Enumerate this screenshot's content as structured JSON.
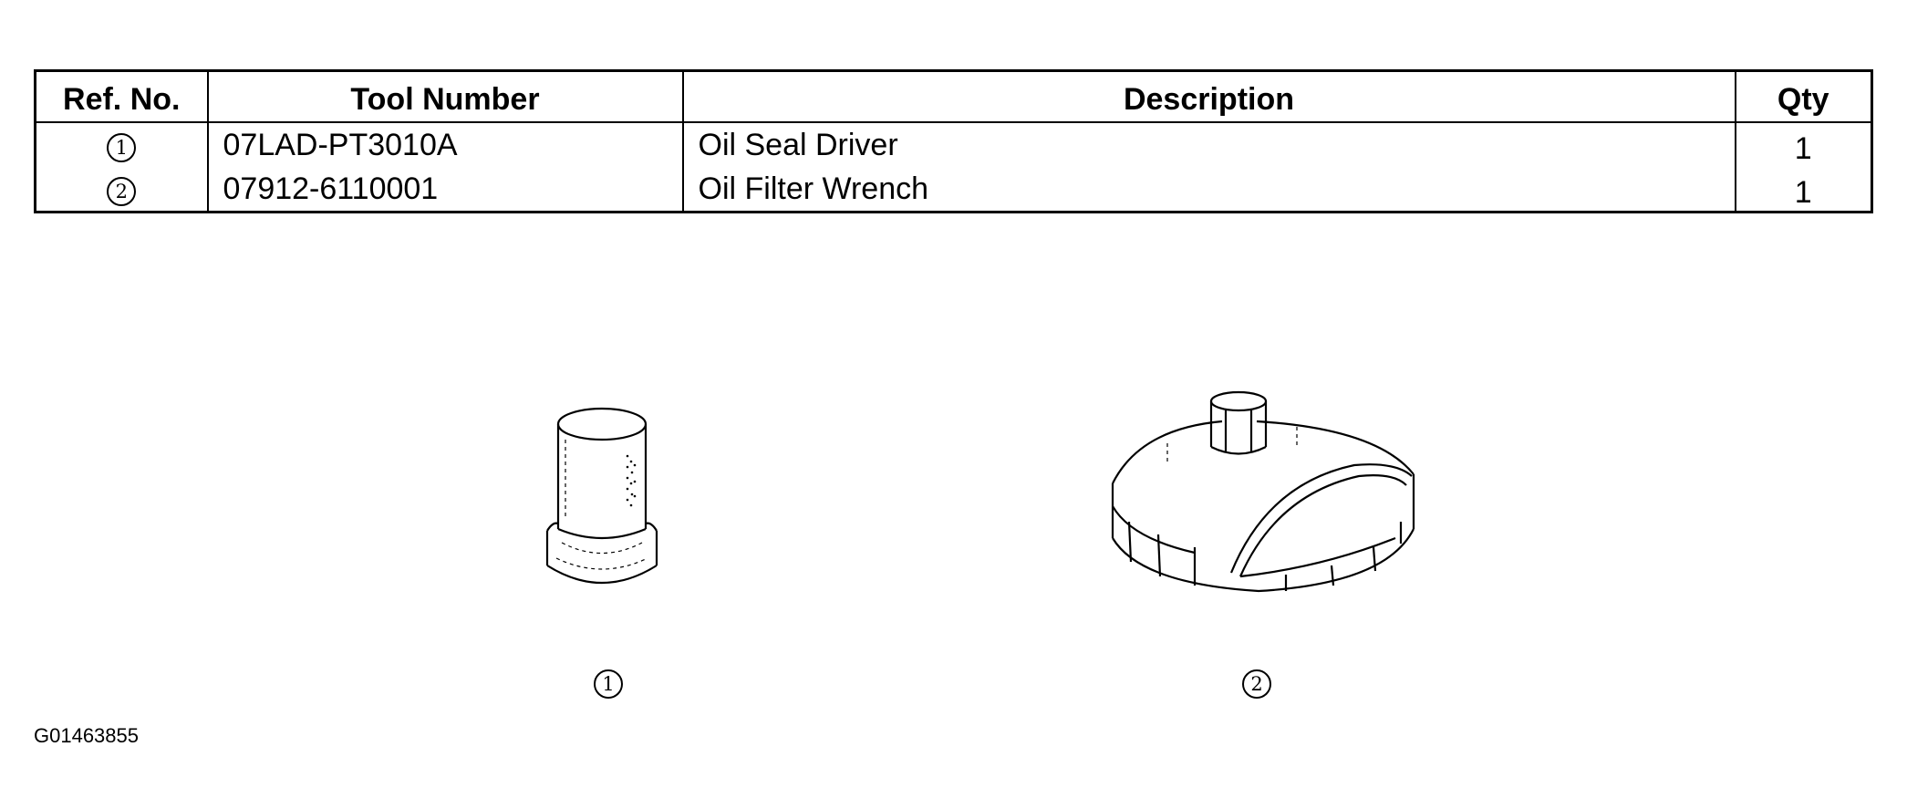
{
  "table": {
    "headers": {
      "ref": "Ref. No.",
      "tool": "Tool Number",
      "desc": "Description",
      "qty": "Qty"
    },
    "rows": [
      {
        "ref": "1",
        "tool": "07LAD-PT3010A",
        "desc": "Oil Seal Driver",
        "qty": "1"
      },
      {
        "ref": "2",
        "tool": "07912-6110001",
        "desc": "Oil Filter Wrench",
        "qty": "1"
      }
    ]
  },
  "figures": [
    {
      "label": "1",
      "icon": "oil-seal-driver-illustration"
    },
    {
      "label": "2",
      "icon": "oil-filter-wrench-illustration"
    }
  ],
  "doc_code": "G01463855"
}
